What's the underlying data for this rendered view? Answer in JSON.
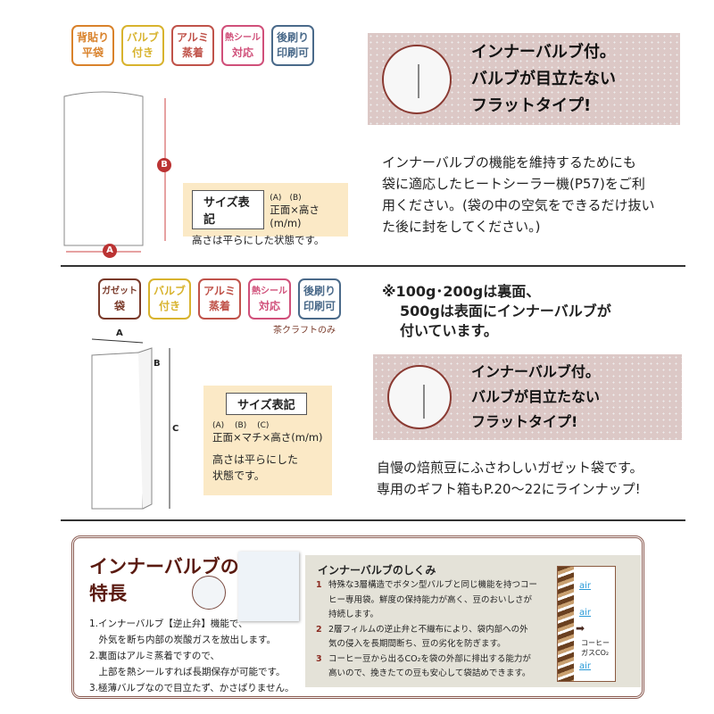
{
  "section1": {
    "badges": [
      {
        "l1": "背貼り",
        "l2": "平袋",
        "color": "#d9822b"
      },
      {
        "l1": "バルブ",
        "l2": "付き",
        "color": "#d8b32e"
      },
      {
        "l1": "アルミ",
        "l2": "蒸着",
        "color": "#c0534a"
      },
      {
        "l1": "熱シール",
        "l2": "対応",
        "color": "#d0507a"
      },
      {
        "l1": "後刷り",
        "l2": "印刷可",
        "color": "#4a6a8a"
      }
    ],
    "dims": {
      "a": "A",
      "b": "B"
    },
    "size": {
      "tag": "サイズ表記",
      "labels": "(A)　(B)",
      "formula": "正面×高さ(m/m)",
      "note": "高さは平らにした状態です。"
    },
    "banner": {
      "l1": "インナーバルブ付。",
      "l2": "バルブが目立たない",
      "l3": "フラットタイプ!"
    },
    "paragraph": [
      "インナーバルブの機能を維持するためにも",
      "袋に適応したヒートシーラー機(P57)をご利",
      "用ください。(袋の中の空気をできるだけ抜い",
      "た後に封をしてください。)"
    ]
  },
  "section2": {
    "badges": [
      {
        "l1": "ガゼット",
        "l2": "袋",
        "color": "#7a3a2a"
      },
      {
        "l1": "バルブ",
        "l2": "付き",
        "color": "#d8b32e"
      },
      {
        "l1": "アルミ",
        "l2": "蒸着",
        "color": "#c0534a"
      },
      {
        "l1": "熱シール",
        "l2": "対応",
        "color": "#d0507a"
      },
      {
        "l1": "後刷り",
        "l2": "印刷可",
        "color": "#4a6a8a"
      }
    ],
    "badge_note": "茶クラフトのみ",
    "dims": {
      "a": "A",
      "b": "B",
      "c": "C"
    },
    "size": {
      "tag": "サイズ表記",
      "labels": "(A)　 (B)　 (C)",
      "formula": "正面×マチ×高さ(m/m)",
      "note1": "高さは平らにした",
      "note2": "状態です。"
    },
    "notice": [
      "※100g･200gは裏面、",
      "500gは表面にインナーバルブが",
      "付いています。"
    ],
    "banner": {
      "l1": "インナーバルブ付。",
      "l2": "バルブが目立たない",
      "l3": "フラットタイプ!"
    },
    "paragraph": [
      "自慢の焙煎豆にふさわしいガゼット袋です。",
      "専用のギフト箱もP.20～22にラインナップ!"
    ]
  },
  "features": {
    "title1": "インナーバルブの",
    "title2": "特長",
    "items": [
      "1.インナーバルブ【逆止弁】機能で、",
      "　外気を断ち内部の炭酸ガスを放出します。",
      "2.裏面はアルミ蒸着ですので、",
      "　上部を熱シールすれば長期保存が可能です。",
      "3.極薄バルブなので目立たず、かさばりません。"
    ]
  },
  "mechanism": {
    "title": "インナーバルブのしくみ",
    "points": [
      {
        "n": "1",
        "t1": "特殊な3層構造でボタン型バルブと同じ機能を持つコー",
        "t2": "ヒー専用袋。鮮度の保持能力が高く、豆のおいしさが",
        "t3": "持続します。"
      },
      {
        "n": "2",
        "t1": "2層フィルムの逆止弁と不織布により、袋内部への外",
        "t2": "気の侵入を長期間断ち、豆の劣化を防ぎます。",
        "t3": ""
      },
      {
        "n": "3",
        "t1": "コーヒー豆から出るCO₂を袋の外部に排出する能力が",
        "t2": "高いので、挽きたての豆も安心して袋詰めできます。",
        "t3": ""
      }
    ],
    "diagram": {
      "air": "air",
      "gas1": "コーヒー",
      "gas2": "ガスCO₂"
    }
  }
}
